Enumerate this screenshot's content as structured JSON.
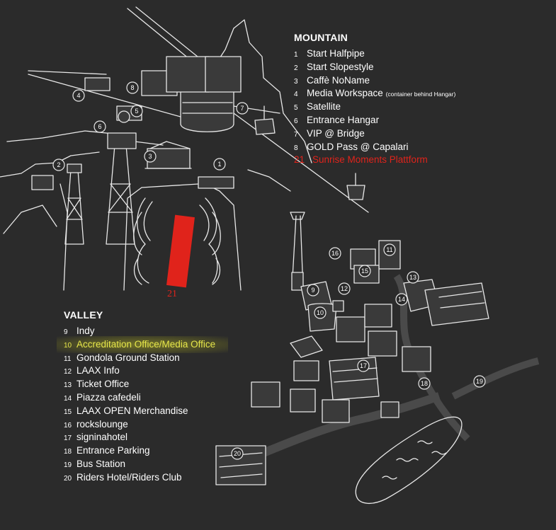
{
  "mountain": {
    "heading": "MOUNTAIN",
    "items": [
      {
        "num": "1",
        "label": "Start Halfpipe",
        "note": ""
      },
      {
        "num": "2",
        "label": "Start Slopestyle",
        "note": ""
      },
      {
        "num": "3",
        "label": "Caffè NoName",
        "note": ""
      },
      {
        "num": "4",
        "label": "Media Workspace",
        "note": "(container behind Hangar)"
      },
      {
        "num": "5",
        "label": "Satellite",
        "note": ""
      },
      {
        "num": "6",
        "label": "Entrance Hangar",
        "note": ""
      },
      {
        "num": "7",
        "label": "VIP @ Bridge",
        "note": ""
      },
      {
        "num": "8",
        "label": "GOLD Pass @ Capalari",
        "note": ""
      },
      {
        "num": "21",
        "label": "Sunrise Moments Plattform",
        "note": "",
        "highlight": "red"
      }
    ]
  },
  "valley": {
    "heading": "VALLEY",
    "items": [
      {
        "num": "9",
        "label": "Indy"
      },
      {
        "num": "10",
        "label": "Accreditation Office/Media Office",
        "highlight": "yellow"
      },
      {
        "num": "11",
        "label": "Gondola Ground Station"
      },
      {
        "num": "12",
        "label": "LAAX Info"
      },
      {
        "num": "13",
        "label": "Ticket Office"
      },
      {
        "num": "14",
        "label": "Piazza cafedeli"
      },
      {
        "num": "15",
        "label": "LAAX OPEN Merchandise"
      },
      {
        "num": "16",
        "label": "rockslounge"
      },
      {
        "num": "17",
        "label": "signinahotel"
      },
      {
        "num": "18",
        "label": "Entrance Parking"
      },
      {
        "num": "19",
        "label": "Bus Station"
      },
      {
        "num": "20",
        "label": "Riders Hotel/Riders Club"
      }
    ]
  },
  "map": {
    "slope_label": "21",
    "marker_labels": [
      "1",
      "2",
      "3",
      "4",
      "5",
      "6",
      "7",
      "8",
      "9",
      "10",
      "11",
      "12",
      "13",
      "14",
      "15",
      "16",
      "17",
      "18",
      "19",
      "20"
    ]
  },
  "colors": {
    "background": "#2b2b2b",
    "text": "#ffffff",
    "highlight_red": "#e0231b",
    "highlight_yellow": "#e6e64a"
  }
}
